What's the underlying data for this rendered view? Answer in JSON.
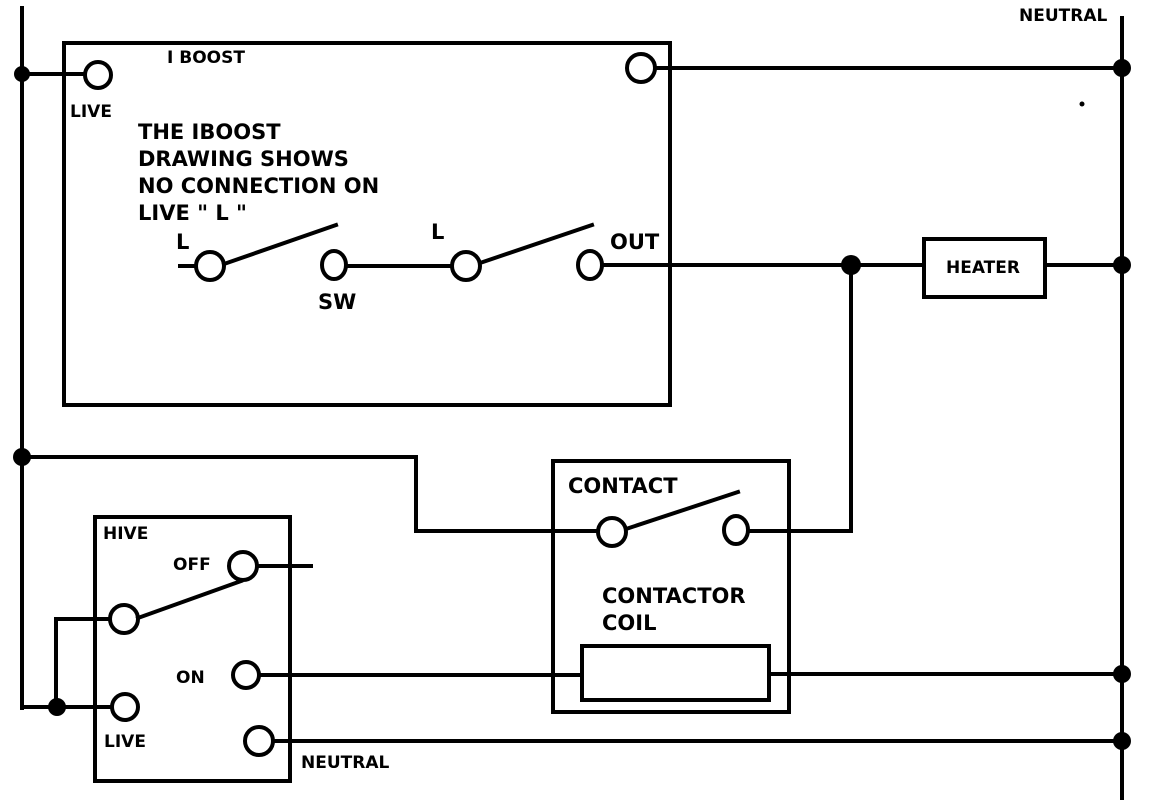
{
  "iboost": {
    "title": "I BOOST",
    "live_label": "LIVE",
    "note_lines": [
      "THE IBOOST",
      "DRAWING SHOWS",
      "NO CONNECTION ON",
      "LIVE \" L \""
    ],
    "switch1_label": "L",
    "sw_label": "SW",
    "switch2_label": "L",
    "out_label": "OUT"
  },
  "rails": {
    "neutral_label": "NEUTRAL"
  },
  "heater": {
    "label": "HEATER"
  },
  "contactor": {
    "contact_label": "CONTACT",
    "coil_label_lines": [
      "CONTACTOR",
      "COIL"
    ]
  },
  "hive": {
    "title": "HIVE",
    "off_label": "OFF",
    "on_label": "ON",
    "live_label": "LIVE",
    "neutral_label": "NEUTRAL"
  }
}
